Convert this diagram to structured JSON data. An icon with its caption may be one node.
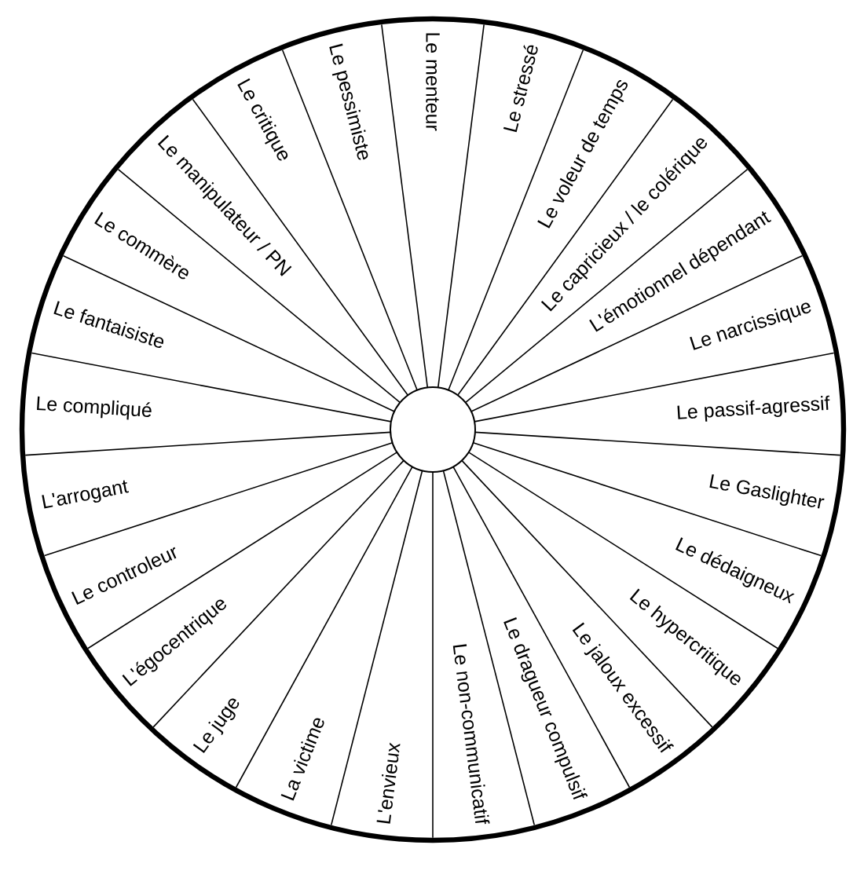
{
  "diagram": {
    "nodes": [
      {
        "text": [
          "Le menteur"
        ]
      },
      {
        "text": [
          "Le stressé"
        ]
      },
      {
        "text": [
          "Le voleur de temps"
        ]
      },
      {
        "text": [
          "Le capricieux / le colérique"
        ]
      },
      {
        "text": [
          "L'émotionnel dépendant"
        ]
      },
      {
        "text": [
          "Le narcissique"
        ]
      },
      {
        "text": [
          "Le passif-agressif"
        ]
      },
      {
        "text": [
          "Le Gaslighter"
        ]
      },
      {
        "text": [
          "Le dédaigneux"
        ]
      },
      {
        "text": [
          "Le hypercritique"
        ]
      },
      {
        "text": [
          "Le jaloux excessif"
        ]
      },
      {
        "text": [
          "Le dragueur compulsif"
        ]
      },
      {
        "text": [
          "Le non-communicatif"
        ]
      },
      {
        "text": [
          "L'envieux"
        ]
      },
      {
        "text": [
          "La victime"
        ]
      },
      {
        "text": [
          "Le juge"
        ]
      },
      {
        "text": [
          "L'égocentrique"
        ]
      },
      {
        "text": [
          "Le controleur"
        ]
      },
      {
        "text": [
          "L'arrogant"
        ]
      },
      {
        "text": [
          "Le compliqué"
        ]
      },
      {
        "text": [
          "Le fantaisiste"
        ]
      },
      {
        "text": [
          "Le commère"
        ]
      },
      {
        "text": [
          "Le manipulateur / PN"
        ]
      },
      {
        "text": [
          "Le critique"
        ]
      },
      {
        "text": [
          "Le pessimiste"
        ]
      }
    ]
  }
}
